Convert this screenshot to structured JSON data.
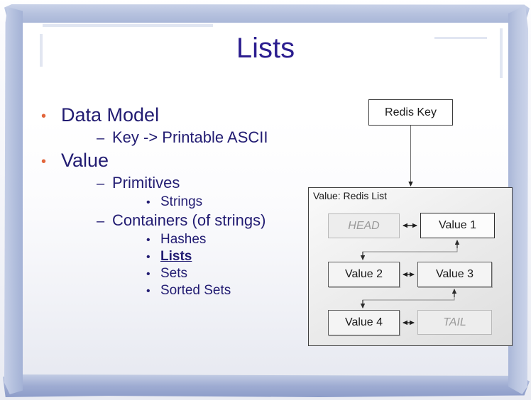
{
  "slide": {
    "title": "Lists",
    "title_color": "#2b1d8f",
    "bullet_color": "#e2663c",
    "text_color": "#221c72"
  },
  "outline": [
    {
      "level": 1,
      "marker": "•",
      "text": "Data Model",
      "emphasis": false
    },
    {
      "level": 2,
      "marker": "–",
      "text": "Key -> Printable ASCII",
      "emphasis": false
    },
    {
      "level": 1,
      "marker": "•",
      "text": "Value",
      "emphasis": false
    },
    {
      "level": 2,
      "marker": "–",
      "text": "Primitives",
      "emphasis": false
    },
    {
      "level": 3,
      "marker": "•",
      "text": "Strings",
      "emphasis": false
    },
    {
      "level": 2,
      "marker": "–",
      "text": "Containers (of strings)",
      "emphasis": false
    },
    {
      "level": 3,
      "marker": "•",
      "text": "Hashes",
      "emphasis": false
    },
    {
      "level": 3,
      "marker": "•",
      "text": "Lists",
      "emphasis": true
    },
    {
      "level": 3,
      "marker": "•",
      "text": "Sets",
      "emphasis": false
    },
    {
      "level": 3,
      "marker": "•",
      "text": "Sorted Sets",
      "emphasis": false
    }
  ],
  "diagram": {
    "key_box": "Redis Key",
    "container_label": "Value: Redis List",
    "nodes": {
      "head": "HEAD",
      "value1": "Value 1",
      "value2": "Value 2",
      "value3": "Value 3",
      "value4": "Value 4",
      "tail": "TAIL"
    }
  }
}
